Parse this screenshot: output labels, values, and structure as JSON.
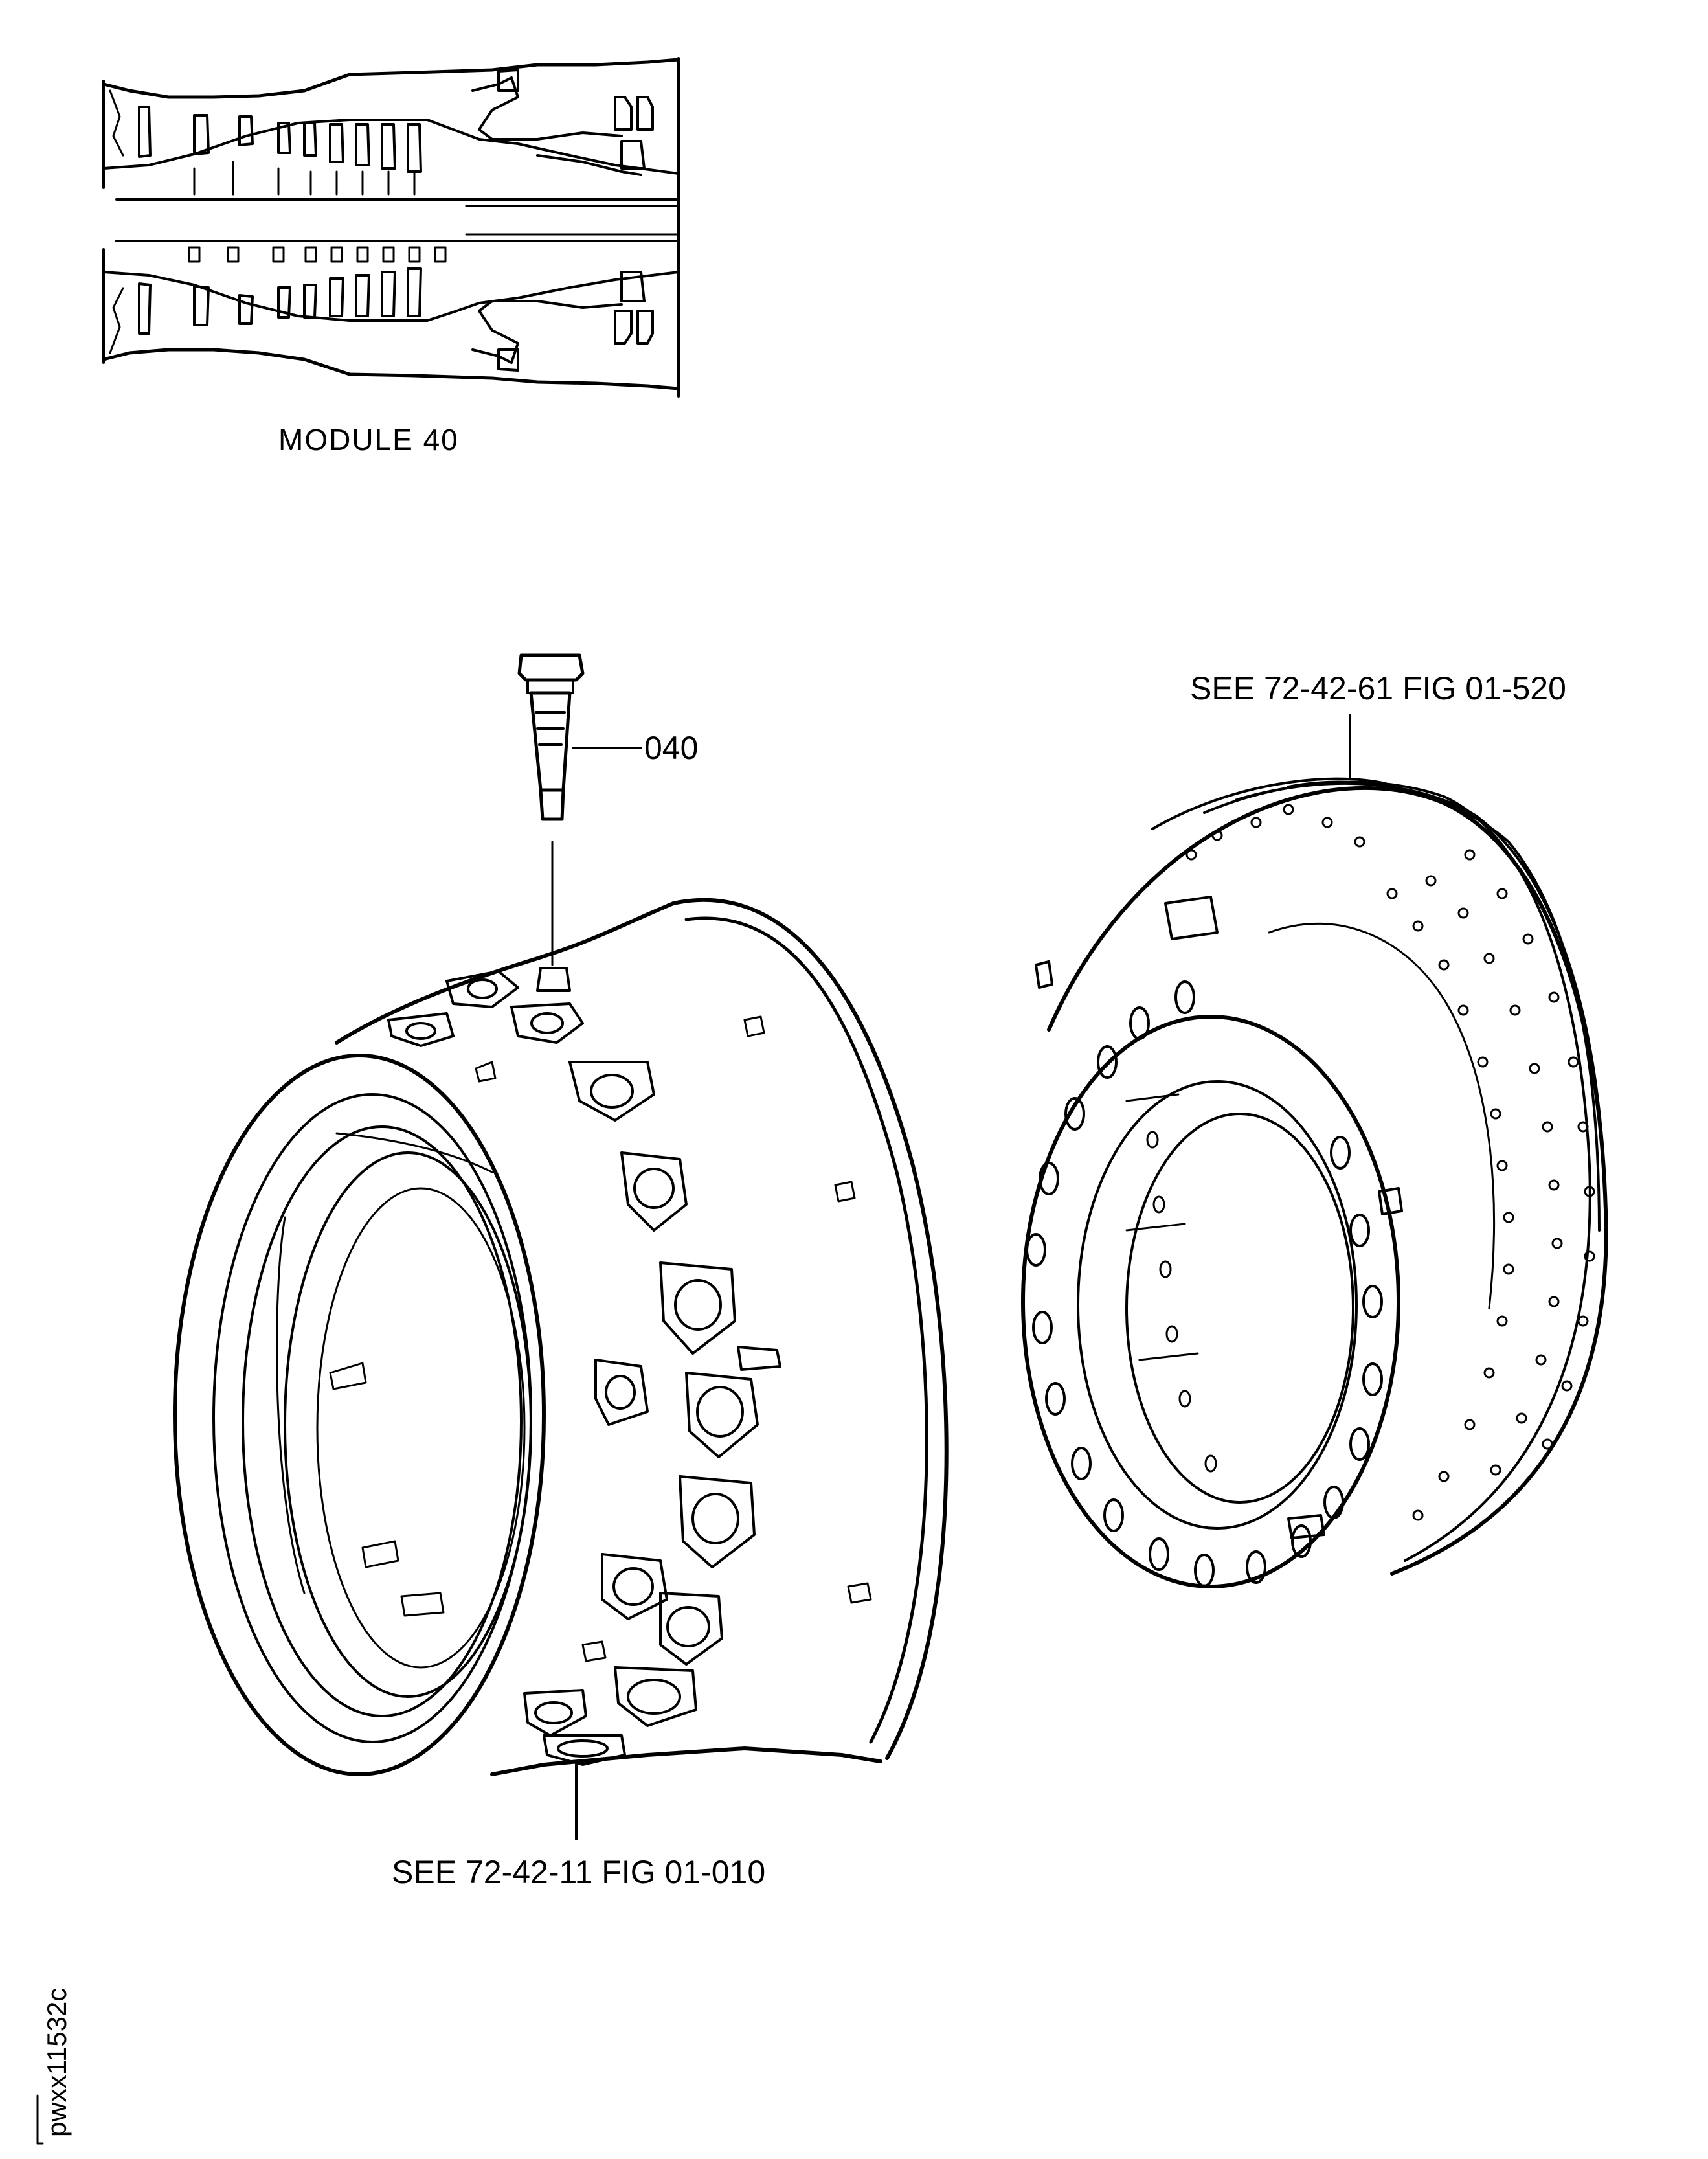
{
  "module_label": "MODULE 40",
  "callouts": {
    "item_040": "040",
    "ref_upper_right": "SEE 72-42-61 FIG 01-520",
    "ref_bottom": "SEE 72-42-11 FIG 01-010"
  },
  "drawing_id": "pwxx11532c",
  "colors": {
    "ink": "#000000",
    "paper": "#ffffff"
  }
}
